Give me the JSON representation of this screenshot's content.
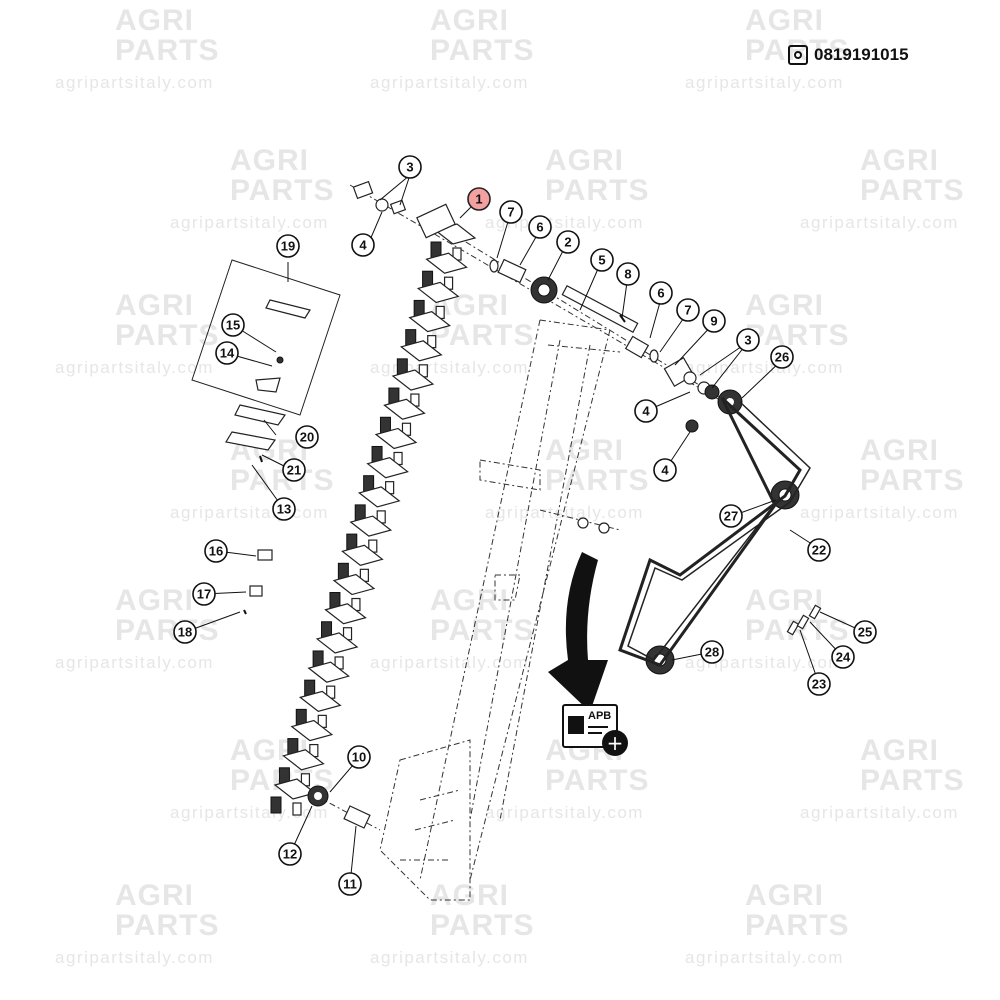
{
  "watermark": {
    "line1": "AGRI",
    "line2": "PARTS",
    "url": "agripartsitaly.com"
  },
  "header": {
    "reference_number": "0819191015"
  },
  "apb_badge": {
    "label": "APB",
    "icon": "plus-icon"
  },
  "callouts": [
    "1",
    "2",
    "3",
    "3",
    "4",
    "4",
    "4",
    "5",
    "6",
    "6",
    "7",
    "7",
    "8",
    "9",
    "10",
    "11",
    "12",
    "13",
    "14",
    "15",
    "16",
    "17",
    "18",
    "19",
    "20",
    "21",
    "22",
    "23",
    "24",
    "25",
    "26",
    "27",
    "28"
  ],
  "selected_callout": "1",
  "colors": {
    "selected_callout_fill": "#f4a0a0",
    "line": "#111111",
    "watermark": "#e6e6e6"
  }
}
